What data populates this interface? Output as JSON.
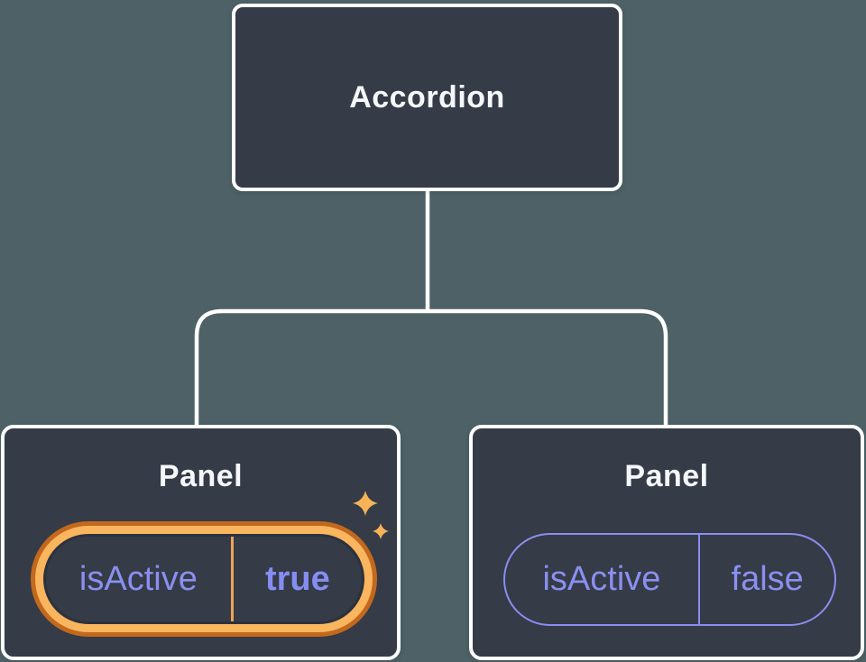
{
  "diagram": {
    "root": {
      "label": "Accordion"
    },
    "panels": [
      {
        "title": "Panel",
        "prop": "isActive",
        "value": "true",
        "highlighted": true
      },
      {
        "title": "Panel",
        "prop": "isActive",
        "value": "false",
        "highlighted": false
      }
    ]
  },
  "icons": {
    "sparkles": "sparkles-icon"
  },
  "colors": {
    "canvas_background": "#4d6166",
    "box_fill": "#353b47",
    "box_border": "#ffffff",
    "connector_line": "#ffffff",
    "state_text_purple": "#8a8ff0",
    "value_true_purple": "#868df2",
    "inactive_pill_border": "#8a8df0",
    "highlight_ring_inner": "#fab55f",
    "highlight_ring_outer": "#c2691e",
    "highlight_divider": "#eca358",
    "sparkle": "#f6b357",
    "title_text": "#f5f7fa"
  }
}
